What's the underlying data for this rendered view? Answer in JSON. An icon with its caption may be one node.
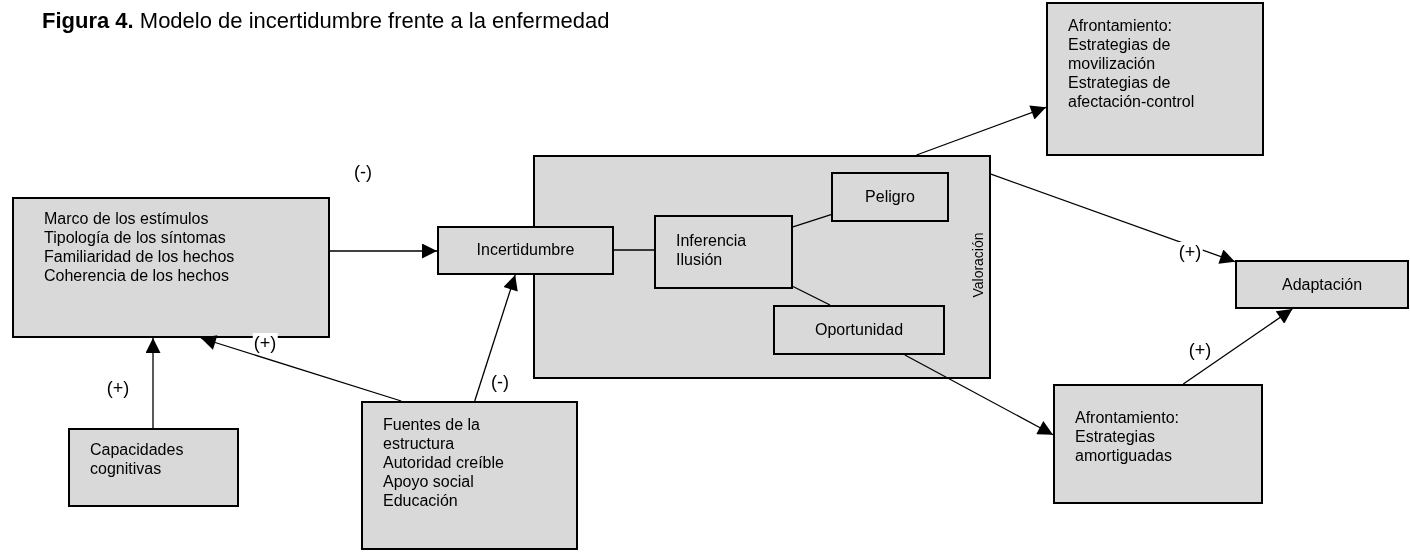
{
  "diagram": {
    "title": "**Figura 4.** Modelo de incertidumbre frente a la enfermedad",
    "nodes": [
      {
        "text": [
          "Marco de los estímulos",
          "Tipología de los síntomas",
          "Familiaridad de los hechos",
          "Coherencia de los hechos"
        ]
      },
      {
        "text": [
          "Capacidades cognitivas"
        ]
      },
      {
        "text": [
          "Fuentes de la estructura",
          "Autoridad creíble",
          "Apoyo social",
          "Educación"
        ]
      },
      {
        "text": [
          "Valoración"
        ]
      },
      {
        "text": [
          "Incertidumbre"
        ]
      },
      {
        "text": [
          "Inferencia",
          "Ilusión"
        ],
        "in": 3
      },
      {
        "text": [
          "Peligro"
        ],
        "in": 3
      },
      {
        "text": [
          "Oportunidad"
        ],
        "in": 3
      },
      {
        "text": [
          "Afrontamiento:",
          "Estrategias de movilización",
          "Estrategias de afectación-control"
        ]
      },
      {
        "text": [
          "Adaptación"
        ]
      },
      {
        "text": [
          "Afrontamiento:",
          "Estrategias amortiguadas"
        ]
      }
    ],
    "edges": [
      {
        "from": 0,
        "to": 4,
        "arrow": "to",
        "label": "(-)"
      },
      {
        "from": 1,
        "to": 0,
        "arrow": "to",
        "label": "(+)"
      },
      {
        "from": 2,
        "to": 0,
        "arrow": "to",
        "label": "(+)"
      },
      {
        "from": 2,
        "to": 4,
        "arrow": "to",
        "label": "(-)"
      },
      {
        "from": 4,
        "to": 5,
        "arrow": "none"
      },
      {
        "from": 5,
        "to": 6,
        "arrow": "none"
      },
      {
        "from": 5,
        "to": 7,
        "arrow": "none"
      },
      {
        "from": 3,
        "to": 8,
        "arrow": "to"
      },
      {
        "from": 3,
        "to": 9,
        "arrow": "to",
        "label": "(+)"
      },
      {
        "from": 7,
        "to": 10,
        "arrow": "to"
      },
      {
        "from": 10,
        "to": 9,
        "arrow": "to",
        "label": "(+)"
      }
    ]
  }
}
